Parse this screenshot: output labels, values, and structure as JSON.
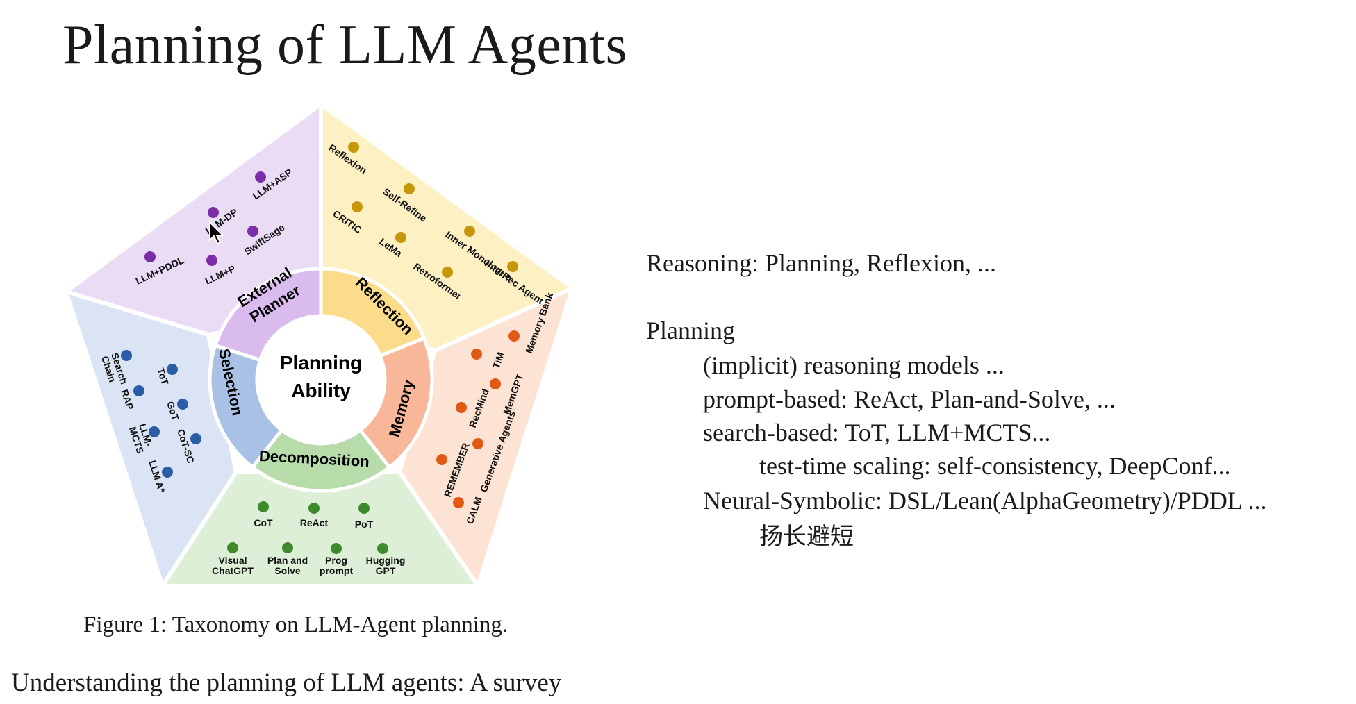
{
  "slide": {
    "title": "Planning of LLM Agents",
    "caption": "Figure 1: Taxonomy on LLM-Agent planning.",
    "source": "Understanding the planning of LLM agents: A survey"
  },
  "diagram": {
    "center": [
      "Planning",
      "Ability"
    ],
    "sectors": {
      "external_planner": {
        "label": [
          "External",
          "Planner"
        ],
        "color": "#eadcf5",
        "ring": "#d9bbee",
        "dot": "#7b2ea8",
        "items": [
          "LLM+ASP",
          "LLM-DP",
          "SwiftSage",
          "LLM+PDDL",
          "LLM+P"
        ]
      },
      "reflection": {
        "label": [
          "Reflection"
        ],
        "color": "#fdf1c4",
        "ring": "#fbdc8a",
        "dot": "#c8960a",
        "items": [
          "Reflexion",
          "Self-Refine",
          "CRITIC",
          "Inner Monologue",
          "LeMa",
          "Retroformer",
          "InterRec Agent"
        ]
      },
      "memory": {
        "label": [
          "Memory"
        ],
        "color": "#fde3d3",
        "ring": "#f9b79a",
        "dot": "#e05a14",
        "items": [
          "Memory Bank",
          "TiM",
          "MemGPT",
          "RecMind",
          "Generative Agents",
          "REMEMBER",
          "CALM"
        ]
      },
      "decomposition": {
        "label": [
          "Decomposition"
        ],
        "color": "#ddefd7",
        "ring": "#b7dcaa",
        "dot": "#3d8a2c",
        "items": [
          "CoT",
          "ReAct",
          "PoT",
          "Visual ChatGPT",
          "Plan and Solve",
          "Prog prompt",
          "Hugging GPT"
        ]
      },
      "selection": {
        "label": [
          "Selection"
        ],
        "color": "#dbe4f5",
        "ring": "#a9c1e5",
        "dot": "#2a5ca8",
        "items": [
          "Search Chain",
          "ToT",
          "RAP",
          "GoT",
          "LLM-MCTS",
          "CoT-SC",
          "LLM A*"
        ]
      }
    }
  },
  "notes": {
    "reasoning": "Reasoning: Planning, Reflexion,  ...",
    "planning": "Planning",
    "implicit": "(implicit) reasoning models ...",
    "prompt_based": "prompt-based: ReAct, Plan-and-Solve, ...",
    "search_based": "search-based: ToT, LLM+MCTS...",
    "test_time": "test-time scaling: self-consistency, DeepConf...",
    "neural_symbolic": "Neural-Symbolic: DSL/Lean(AlphaGeometry)/PDDL ...",
    "chinese": "扬长避短"
  },
  "icons": {
    "cursor": "mouse-pointer-icon"
  }
}
